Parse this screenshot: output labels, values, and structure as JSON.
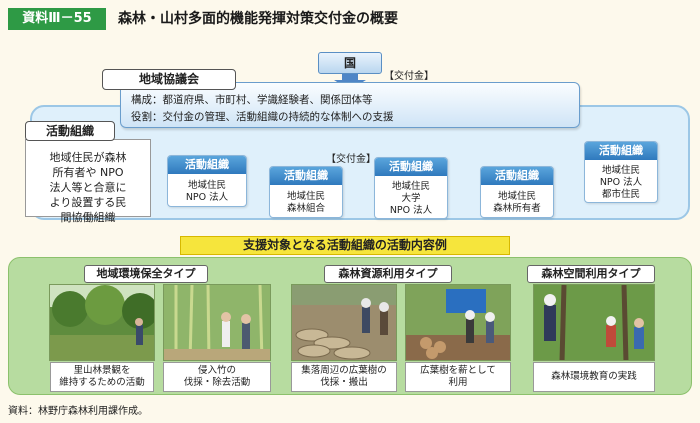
{
  "header": {
    "tag": "資料Ⅲ－55",
    "title": "森林・山村多面的機能発揮対策交付金の概要"
  },
  "government": {
    "label": "国",
    "grant_label_1": "【交付金】",
    "grant_label_2": "【交付金】"
  },
  "council": {
    "heading": "地域協議会",
    "composition": "構成：都道府県、市町村、学識経験者、関係団体等",
    "role": "役割：交付金の管理、活動組織の持続的な体制への支援"
  },
  "activity_group": {
    "heading": "活動組織",
    "description": [
      "地域住民が森林",
      "所有者や NPO",
      "法人等と合意に",
      "より設置する民",
      "間協働組織"
    ]
  },
  "organizations": [
    {
      "heading": "活動組織",
      "lines": [
        "地域住民",
        "NPO 法人"
      ]
    },
    {
      "heading": "活動組織",
      "lines": [
        "地域住民",
        "森林組合"
      ]
    },
    {
      "heading": "活動組織",
      "lines": [
        "地域住民",
        "大学",
        "NPO 法人"
      ]
    },
    {
      "heading": "活動組織",
      "lines": [
        "地域住民",
        "森林所有者"
      ]
    },
    {
      "heading": "活動組織",
      "lines": [
        "地域住民",
        "NPO 法人",
        "都市住民"
      ]
    }
  ],
  "support": {
    "title": "支援対象となる活動組織の活動内容例",
    "categories": [
      "地域環境保全タイプ",
      "森林資源利用タイプ",
      "森林空間利用タイプ"
    ],
    "examples": [
      [
        "里山林景観を",
        "維持するための活動"
      ],
      [
        "侵入竹の",
        "伐採・除去活動"
      ],
      [
        "集落周辺の広葉樹の",
        "伐採・搬出"
      ],
      [
        "広葉樹を薪として",
        "利用"
      ],
      [
        "森林環境教育の実践"
      ]
    ]
  },
  "source": "資料：林野庁森林利用課作成。",
  "colors": {
    "tag_green": "#2e9a45",
    "org_header_blue": "#2f79bd",
    "panel_green": "#b7dca0",
    "highlight_yellow": "#f6e53c"
  }
}
